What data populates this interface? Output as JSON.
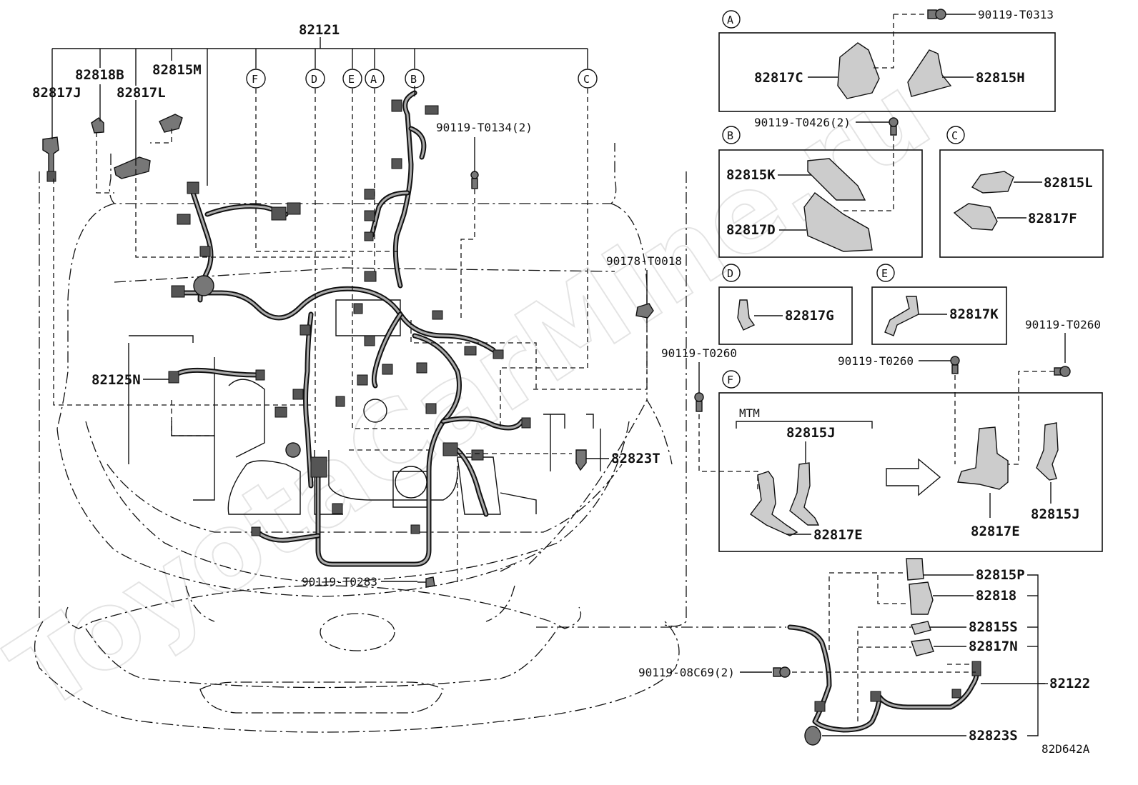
{
  "diagram_code": "82D642A",
  "watermark": "ToyotaCarMine.ru",
  "main_harness": "82121",
  "callout_letters": [
    "A",
    "B",
    "C",
    "D",
    "E",
    "F"
  ],
  "left_labels": {
    "p82817J": "82817J",
    "p82818B": "82818B",
    "p82817L": "82817L",
    "p82815M": "82815M",
    "p82125N": "82125N"
  },
  "center_labels": {
    "bolt_top": "90119-T0134(2)",
    "clip_right": "90178-T0018",
    "p82823T": "82823T",
    "bolt_bottom": "90119-T0283"
  },
  "box_a": {
    "letter": "A",
    "bolt": "90119-T0313",
    "left": "82817C",
    "right": "82815H"
  },
  "box_b": {
    "letter": "B",
    "bolt": "90119-T0426(2)",
    "top": "82815K",
    "bottom": "82817D"
  },
  "box_c": {
    "letter": "C",
    "top": "82815L",
    "bottom": "82817F"
  },
  "box_d": {
    "letter": "D",
    "part": "82817G"
  },
  "box_e": {
    "letter": "E",
    "part": "82817K"
  },
  "box_f": {
    "letter": "F",
    "bolt_left": "90119-T0260",
    "bolt_mid": "90119-T0260",
    "bolt_right": "90119-T0260",
    "mtm": "MTM",
    "p82815J_left": "82815J",
    "p82817E_left": "82817E",
    "p82817E_right": "82817E",
    "p82815J_right": "82815J"
  },
  "bottom_right": {
    "p82815P": "82815P",
    "p82818": "82818",
    "p82815S": "82815S",
    "p82817N": "82817N",
    "bolt": "90119-08C69(2)",
    "p82122": "82122",
    "p82823S": "82823S"
  }
}
